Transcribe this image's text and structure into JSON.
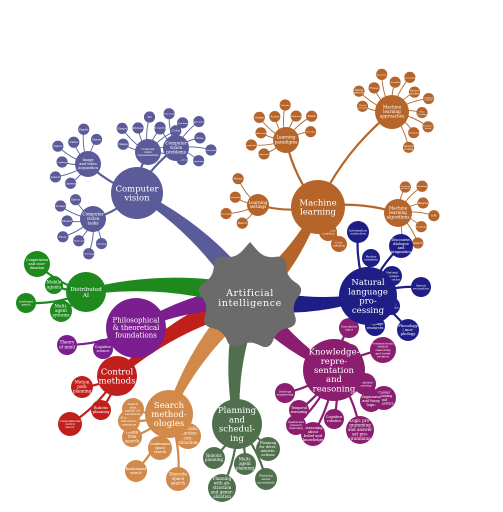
{
  "center": {
    "lines": [
      "Artificial",
      "intelligence"
    ],
    "color": "#6b6b6b"
  },
  "branches": [
    {
      "id": "computer-vision",
      "lines": [
        "Computer",
        "vision"
      ],
      "color": "#5b5b9a",
      "subs": [
        {
          "lines": [
            "Computer",
            "vision",
            "representations"
          ],
          "leaves": [
            [
              "Image"
            ],
            [
              "Shape"
            ],
            [
              "Motion"
            ],
            [
              "3D"
            ],
            [
              "Texture"
            ],
            [
              "Color"
            ],
            [
              "Edges"
            ],
            [
              "Features"
            ]
          ]
        },
        {
          "lines": [
            "Computer",
            "vision",
            "problems"
          ],
          "leaves": [
            [
              "Recognition"
            ],
            [
              "Detection"
            ],
            [
              "Tracking"
            ],
            [
              "Segmentation"
            ],
            [
              "Pose"
            ],
            [
              "Restoration"
            ],
            [
              "Captioning"
            ]
          ]
        },
        {
          "lines": [
            "Image",
            "and video",
            "acquisition"
          ],
          "leaves": [
            [
              "Cameras"
            ],
            [
              "Sensors"
            ],
            [
              "Lighting"
            ],
            [
              "Optics"
            ],
            [
              "Video"
            ],
            [
              "Depth"
            ],
            [
              "Stereo"
            ]
          ]
        },
        {
          "lines": [
            "Computer",
            "vision",
            "tasks"
          ],
          "leaves": [
            [
              "Labeling"
            ],
            [
              "Matching"
            ],
            [
              "Retrieval"
            ],
            [
              "Flow"
            ],
            [
              "Mosaics"
            ],
            [
              "Scenes"
            ],
            [
              "Objects"
            ]
          ]
        }
      ]
    },
    {
      "id": "machine-learning",
      "lines": [
        "Machine",
        "learning"
      ],
      "color": "#b5652a",
      "subs": [
        {
          "lines": [
            "Learning",
            "paradigms"
          ],
          "leaves": [
            [
              "Supervised"
            ],
            [
              "Unsupervised"
            ],
            [
              "Reinforcement"
            ],
            [
              "Online"
            ],
            [
              "Active"
            ],
            [
              "Transfer"
            ],
            [
              "Multi-task"
            ],
            [
              "Meta"
            ],
            [
              "Few-shot"
            ]
          ]
        },
        {
          "lines": [
            "Machine",
            "learning",
            "approaches"
          ],
          "leaves": [
            [
              "Neural",
              "networks"
            ],
            [
              "Kernel",
              "methods"
            ],
            [
              "Trees"
            ],
            [
              "Bayesian"
            ],
            [
              "Ensembles"
            ],
            [
              "Clustering"
            ],
            [
              "Factor",
              "models"
            ],
            [
              "Graphical",
              "models"
            ],
            [
              "Rule",
              "learning"
            ],
            [
              "Instance",
              "based"
            ],
            [
              "Evolutionary"
            ],
            [
              "Sparse",
              "coding"
            ]
          ]
        },
        {
          "lines": [
            "Learning",
            "settings"
          ],
          "leaves": [
            [
              "Batch"
            ],
            [
              "Streaming"
            ],
            [
              "Federated"
            ],
            [
              "Privacy"
            ]
          ]
        },
        {
          "lines": [
            "Machine",
            "learning",
            "algorithms"
          ],
          "leaves": [
            [
              "Gradient",
              "descent"
            ],
            [
              "Boosting"
            ],
            [
              "Bagging"
            ],
            [
              "EM"
            ],
            [
              "Sampling"
            ],
            [
              "Search"
            ],
            [
              "Regularization"
            ]
          ]
        },
        {
          "lines": [
            "Information",
            "extraction"
          ],
          "leaves": []
        },
        {
          "lines": [
            "Cross-",
            "validation"
          ],
          "leaves": []
        }
      ]
    },
    {
      "id": "natural-language-processing",
      "lines": [
        "Natural",
        "language",
        "pro-",
        "cessing"
      ],
      "color": "#1e1e86",
      "subs": [
        {
          "lines": [
            "Information",
            "extraction"
          ],
          "leaves": []
        },
        {
          "lines": [
            "Machine",
            "translation"
          ],
          "leaves": []
        },
        {
          "lines": [
            "Discourse,",
            "dialogue",
            "and",
            "pragmatics"
          ],
          "leaves": []
        },
        {
          "lines": [
            "Natural",
            "language",
            "generation"
          ],
          "leaves": []
        },
        {
          "lines": [
            "Speech",
            "recognition"
          ],
          "leaves": []
        },
        {
          "lines": [
            "Lexical",
            "semantics"
          ],
          "leaves": []
        },
        {
          "lines": [
            "Phonology",
            "/ mor-",
            "phology"
          ],
          "leaves": []
        },
        {
          "lines": [
            "Language",
            "resources"
          ],
          "leaves": []
        }
      ]
    },
    {
      "id": "knowledge-representation-and-reasoning",
      "lines": [
        "Knowledge-",
        "repre-",
        "sentation",
        "and",
        "reasoning"
      ],
      "color": "#8b1e6e",
      "subs": [
        {
          "lines": [
            "Description",
            "logics"
          ],
          "leaves": []
        },
        {
          "lines": [
            "Semantic",
            "networks"
          ],
          "leaves": []
        },
        {
          "lines": [
            "Nonmonotonic,",
            "default",
            "reasoning",
            "and belief",
            "revision"
          ],
          "leaves": []
        },
        {
          "lines": [
            "Probabilistic",
            "reasoning"
          ],
          "leaves": []
        },
        {
          "lines": [
            "Causal",
            "reasoning",
            "and",
            "diagnostics"
          ],
          "leaves": []
        },
        {
          "lines": [
            "Vagueness",
            "and fuzzy",
            "logic"
          ],
          "leaves": []
        },
        {
          "lines": [
            "Logic pro-",
            "gramming",
            "and answer",
            "set pro-",
            "gramming"
          ],
          "leaves": []
        },
        {
          "lines": [
            "Cognitive",
            "robotics"
          ],
          "leaves": []
        },
        {
          "lines": [
            "Reasoning",
            "about",
            "belief and",
            "knowledge"
          ],
          "leaves": []
        },
        {
          "lines": [
            "Temporal",
            "reasoning"
          ],
          "leaves": []
        },
        {
          "lines": [
            "Spatial and",
            "physical",
            "reasoning"
          ],
          "leaves": []
        },
        {
          "lines": [
            "Ontology",
            "engineering"
          ],
          "leaves": []
        }
      ]
    },
    {
      "id": "planning-and-scheduling",
      "lines": [
        "Planning",
        "and",
        "schedul-",
        "ing"
      ],
      "color": "#4f6f4d",
      "subs": [
        {
          "lines": [
            "Robotic",
            "planning"
          ],
          "leaves": []
        },
        {
          "lines": [
            "Planning",
            "with ab-",
            "straction",
            "and gener-",
            "alization"
          ],
          "leaves": []
        },
        {
          "lines": [
            "Multi-",
            "agent",
            "planning"
          ],
          "leaves": []
        },
        {
          "lines": [
            "Planning",
            "under",
            "uncertainty"
          ],
          "leaves": []
        },
        {
          "lines": [
            "Planning",
            "for deter-",
            "ministic",
            "actions"
          ],
          "leaves": []
        }
      ]
    },
    {
      "id": "search-methodologies",
      "lines": [
        "Search",
        "method-",
        "ologies"
      ],
      "color": "#d28a4a",
      "subs": [
        {
          "lines": [
            "Game",
            "tree",
            "search"
          ],
          "leaves": []
        },
        {
          "lines": [
            "Abstraction",
            "and micro-",
            "operators"
          ],
          "leaves": []
        },
        {
          "lines": [
            "Search",
            "with",
            "partial ob-",
            "servations"
          ],
          "leaves": []
        },
        {
          "lines": [
            "Heuristic",
            "function",
            "con-",
            "struction"
          ],
          "leaves": []
        },
        {
          "lines": [
            "Continuous",
            "space",
            "search"
          ],
          "leaves": []
        },
        {
          "lines": [
            "Randomized",
            "search"
          ],
          "leaves": []
        },
        {
          "lines": [
            "Discrete",
            "space",
            "search"
          ],
          "leaves": []
        }
      ]
    },
    {
      "id": "control-methods",
      "lines": [
        "Control",
        "methods"
      ],
      "color": "#c0201c",
      "subs": [
        {
          "lines": [
            "Motion",
            "path",
            "planning"
          ],
          "leaves": []
        },
        {
          "lines": [
            "Robotic",
            "planning"
          ],
          "leaves": []
        },
        {
          "lines": [
            "Computational",
            "control",
            "theory"
          ],
          "leaves": []
        }
      ]
    },
    {
      "id": "philosophical-foundations",
      "lines": [
        "Philosophical",
        "& theoretical",
        "foundations"
      ],
      "color": "#7a1e90",
      "subs": [
        {
          "lines": [
            "Theory",
            "of mind"
          ],
          "leaves": []
        },
        {
          "lines": [
            "Cognitive",
            "science"
          ],
          "leaves": []
        }
      ]
    },
    {
      "id": "distributed-ai",
      "lines": [
        "Distributed",
        "AI"
      ],
      "color": "#1e8a1e",
      "subs": [
        {
          "lines": [
            "Cooperation",
            "and coor-",
            "dination"
          ],
          "leaves": []
        },
        {
          "lines": [
            "Mobile",
            "agents"
          ],
          "leaves": []
        },
        {
          "lines": [
            "Intelligent",
            "agents"
          ],
          "leaves": []
        },
        {
          "lines": [
            "Multi-",
            "agent",
            "systems"
          ],
          "leaves": []
        }
      ]
    }
  ]
}
